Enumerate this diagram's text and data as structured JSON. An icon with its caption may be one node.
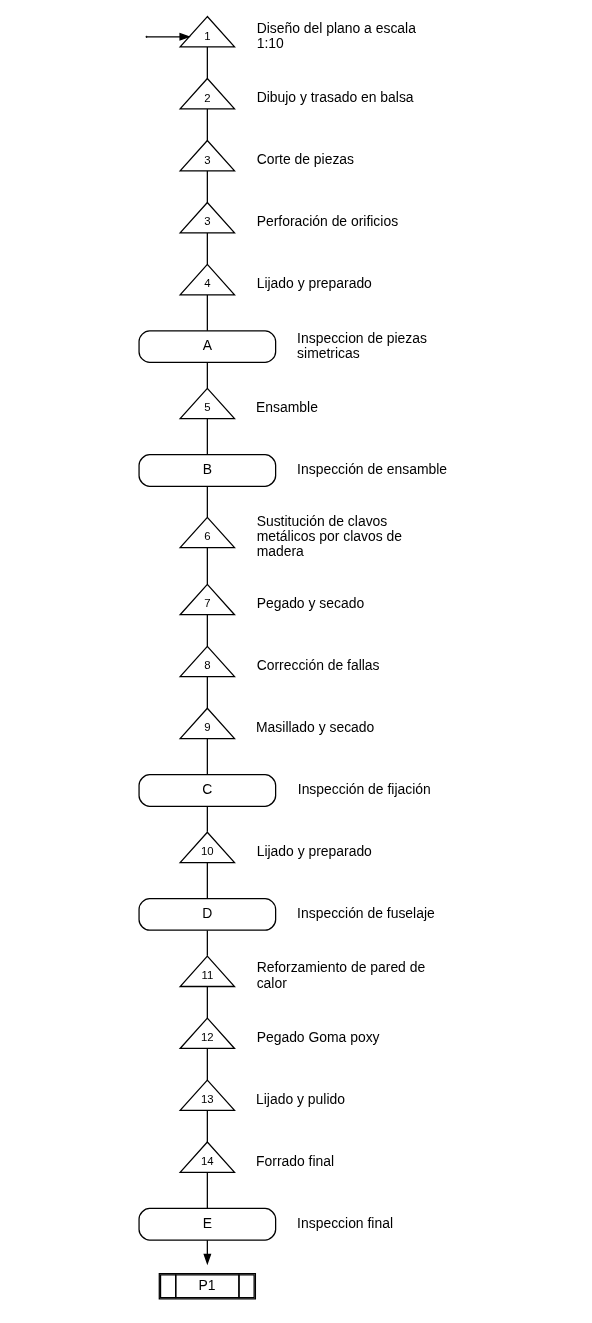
{
  "diagram": {
    "nodes": [
      {
        "text": [
          "1"
        ],
        "beside": [
          "Diseño del plano a escala 1:10"
        ]
      },
      {
        "text": [
          "2"
        ],
        "beside": [
          "Dibujo y trasado en balsa"
        ]
      },
      {
        "text": [
          "3"
        ],
        "beside": [
          "Corte de piezas"
        ]
      },
      {
        "text": [
          "3"
        ],
        "beside": [
          "Perforación de orificios"
        ]
      },
      {
        "text": [
          "4"
        ],
        "beside": [
          "Lijado y preparado"
        ]
      },
      {
        "text": [
          "A"
        ],
        "beside": [
          "Inspeccion de piezas simetricas"
        ]
      },
      {
        "text": [
          "5"
        ],
        "beside": [
          "Ensamble"
        ]
      },
      {
        "text": [
          "B"
        ],
        "beside": [
          "Inspección de ensamble"
        ]
      },
      {
        "text": [
          "6"
        ],
        "beside": [
          "Sustitución de clavos metálicos por clavos de madera"
        ]
      },
      {
        "text": [
          "7"
        ],
        "beside": [
          "Pegado y secado"
        ]
      },
      {
        "text": [
          "8"
        ],
        "beside": [
          "Corrección de fallas"
        ]
      },
      {
        "text": [
          "9"
        ],
        "beside": [
          "Masillado y secado"
        ]
      },
      {
        "text": [
          "C"
        ],
        "beside": [
          "Inspección de fijación"
        ]
      },
      {
        "text": [
          "10"
        ],
        "beside": [
          "Lijado y preparado"
        ]
      },
      {
        "text": [
          "D"
        ],
        "beside": [
          "Inspección de fuselaje"
        ]
      },
      {
        "text": [
          "11"
        ],
        "beside": [
          "Reforzamiento de pared de calor"
        ]
      },
      {
        "text": [
          "12"
        ],
        "beside": [
          "Pegado Goma poxy"
        ]
      },
      {
        "text": [
          "13"
        ],
        "beside": [
          "Lijado y pulido"
        ]
      },
      {
        "text": [
          "14"
        ],
        "beside": [
          "Forrado final"
        ]
      },
      {
        "text": [
          "E"
        ],
        "beside": [
          "Inspeccion final"
        ]
      },
      {
        "text": [
          "P1"
        ]
      }
    ],
    "edges": [
      {
        "from": null,
        "to": 0,
        "arrow": "to"
      },
      {
        "from": 0,
        "to": 1,
        "arrow": "none"
      },
      {
        "from": 1,
        "to": 2,
        "arrow": "none"
      },
      {
        "from": 2,
        "to": 3,
        "arrow": "none"
      },
      {
        "from": 3,
        "to": 4,
        "arrow": "none"
      },
      {
        "from": 4,
        "to": 5,
        "arrow": "none"
      },
      {
        "from": 5,
        "to": 6,
        "arrow": "none"
      },
      {
        "from": 6,
        "to": 7,
        "arrow": "none"
      },
      {
        "from": 7,
        "to": 8,
        "arrow": "none"
      },
      {
        "from": 8,
        "to": 9,
        "arrow": "none"
      },
      {
        "from": 9,
        "to": 10,
        "arrow": "none"
      },
      {
        "from": 10,
        "to": 11,
        "arrow": "none"
      },
      {
        "from": 11,
        "to": 12,
        "arrow": "none"
      },
      {
        "from": 12,
        "to": 13,
        "arrow": "none"
      },
      {
        "from": 13,
        "to": 14,
        "arrow": "none"
      },
      {
        "from": 14,
        "to": 15,
        "arrow": "none"
      },
      {
        "from": 15,
        "to": 16,
        "arrow": "none"
      },
      {
        "from": 16,
        "to": 17,
        "arrow": "none"
      },
      {
        "from": 17,
        "to": 18,
        "arrow": "none"
      },
      {
        "from": 18,
        "to": 19,
        "arrow": "none"
      },
      {
        "from": 19,
        "to": 20,
        "arrow": "to"
      }
    ]
  }
}
